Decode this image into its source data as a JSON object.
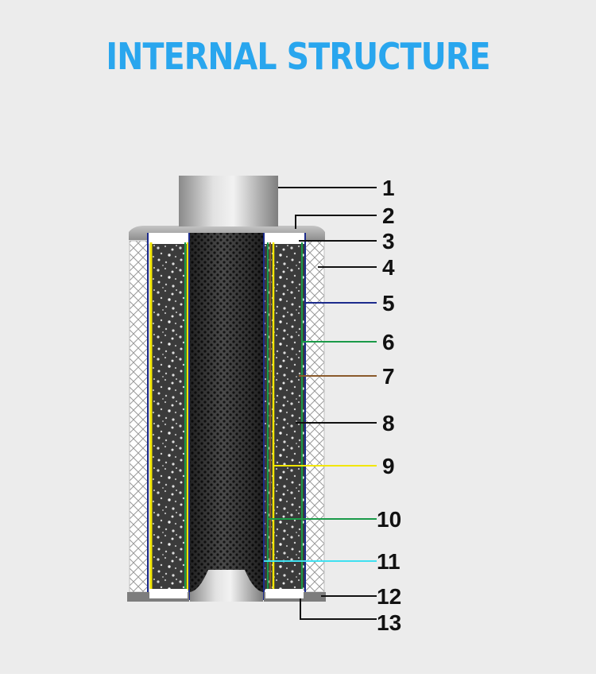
{
  "title": "INTERNAL STRUCTURE",
  "colors": {
    "title": "#29a6ee",
    "leader_1": "#111111",
    "leader_5": "#1c2b8c",
    "leader_6": "#1a9a48",
    "leader_7": "#8a5a2b",
    "leader_9": "#f2e600",
    "leader_10": "#1a9a48",
    "leader_11": "#3fe0f0"
  },
  "labels": [
    "1",
    "2",
    "3",
    "4",
    "5",
    "6",
    "7",
    "8",
    "9",
    "10",
    "11",
    "12",
    "13"
  ]
}
